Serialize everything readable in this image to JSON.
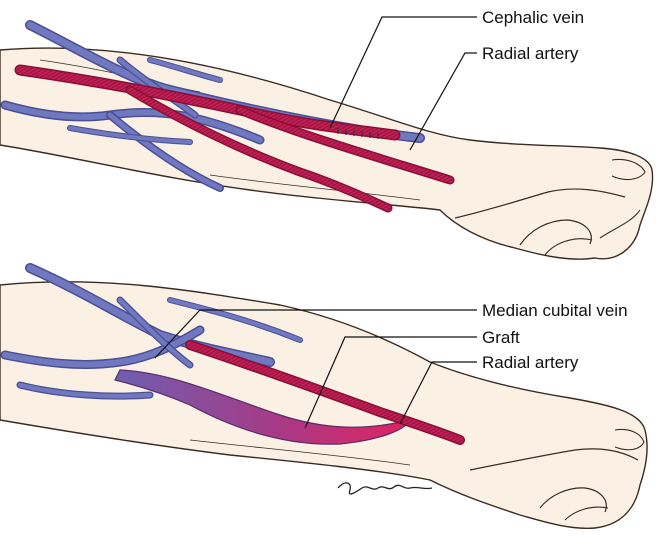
{
  "labels": {
    "top": {
      "cephalic_vein": "Cephalic vein",
      "radial_artery": "Radial artery"
    },
    "bottom": {
      "median_cubital_vein": "Median cubital vein",
      "graft": "Graft",
      "radial_artery": "Radial artery"
    }
  },
  "colors": {
    "skin": "#faf1e4",
    "skin_outline": "#3a2a22",
    "vein": "#6a72b8",
    "vein_dark": "#4a4f96",
    "artery": "#c21e54",
    "artery_dark": "#8a0f37",
    "graft_start": "#6d5fb0",
    "graft_end": "#e0245e"
  }
}
